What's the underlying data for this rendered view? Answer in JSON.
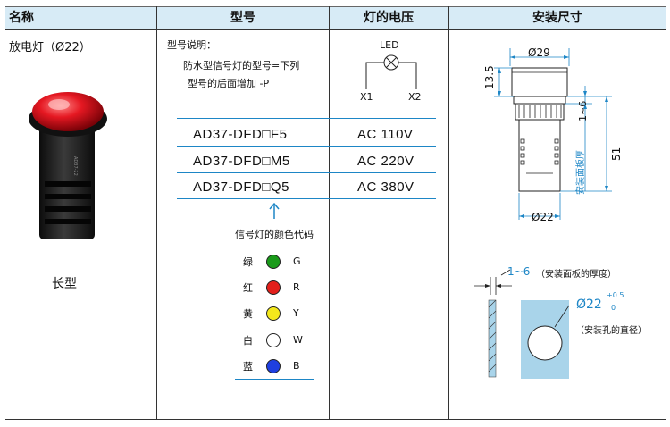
{
  "header": {
    "col1": "名称",
    "col2": "型号",
    "col3": "灯的电压",
    "col4": "安装尺寸"
  },
  "product": {
    "name": "放电灯（Ø22）",
    "type_label": "长型"
  },
  "model_note": {
    "title": "型号说明：",
    "line1": "防水型信号灯的型号=下列",
    "line2": "型号的后面增加 -P"
  },
  "circuit": {
    "led_label": "LED",
    "x1": "X1",
    "x2": "X2"
  },
  "models": [
    {
      "model": "AD37-DFD□F5",
      "voltage": "AC 110V"
    },
    {
      "model": "AD37-DFD□M5",
      "voltage": "AC 220V"
    },
    {
      "model": "AD37-DFD□Q5",
      "voltage": "AC 380V"
    }
  ],
  "color_code": {
    "title": "信号灯的颜色代码",
    "items": [
      {
        "name": "绿",
        "code": "G",
        "color": "#1a9a1a"
      },
      {
        "name": "红",
        "code": "R",
        "color": "#e3201b"
      },
      {
        "name": "黄",
        "code": "Y",
        "color": "#f4e81c"
      },
      {
        "name": "白",
        "code": "W",
        "color": "#ffffff"
      },
      {
        "name": "蓝",
        "code": "B",
        "color": "#1f3fe0"
      }
    ]
  },
  "dimensions": {
    "top_diameter": "Ø29",
    "bottom_diameter": "Ø22",
    "head_height": "13.5",
    "total_height": "51",
    "panel_range": "1~6",
    "panel_vertical_label": "安装面板厚",
    "panel_thickness_label": "1~6",
    "panel_thickness_note": "（安装面板的厚度）",
    "hole_diameter": "Ø22",
    "hole_tol_upper": "+0.5",
    "hole_tol_lower": "0",
    "hole_note": "（安装孔的直径）"
  },
  "colors": {
    "header_bg": "#d7ebf6",
    "accent_blue": "#1d86c6",
    "panel_fill": "#a9d4ea"
  }
}
